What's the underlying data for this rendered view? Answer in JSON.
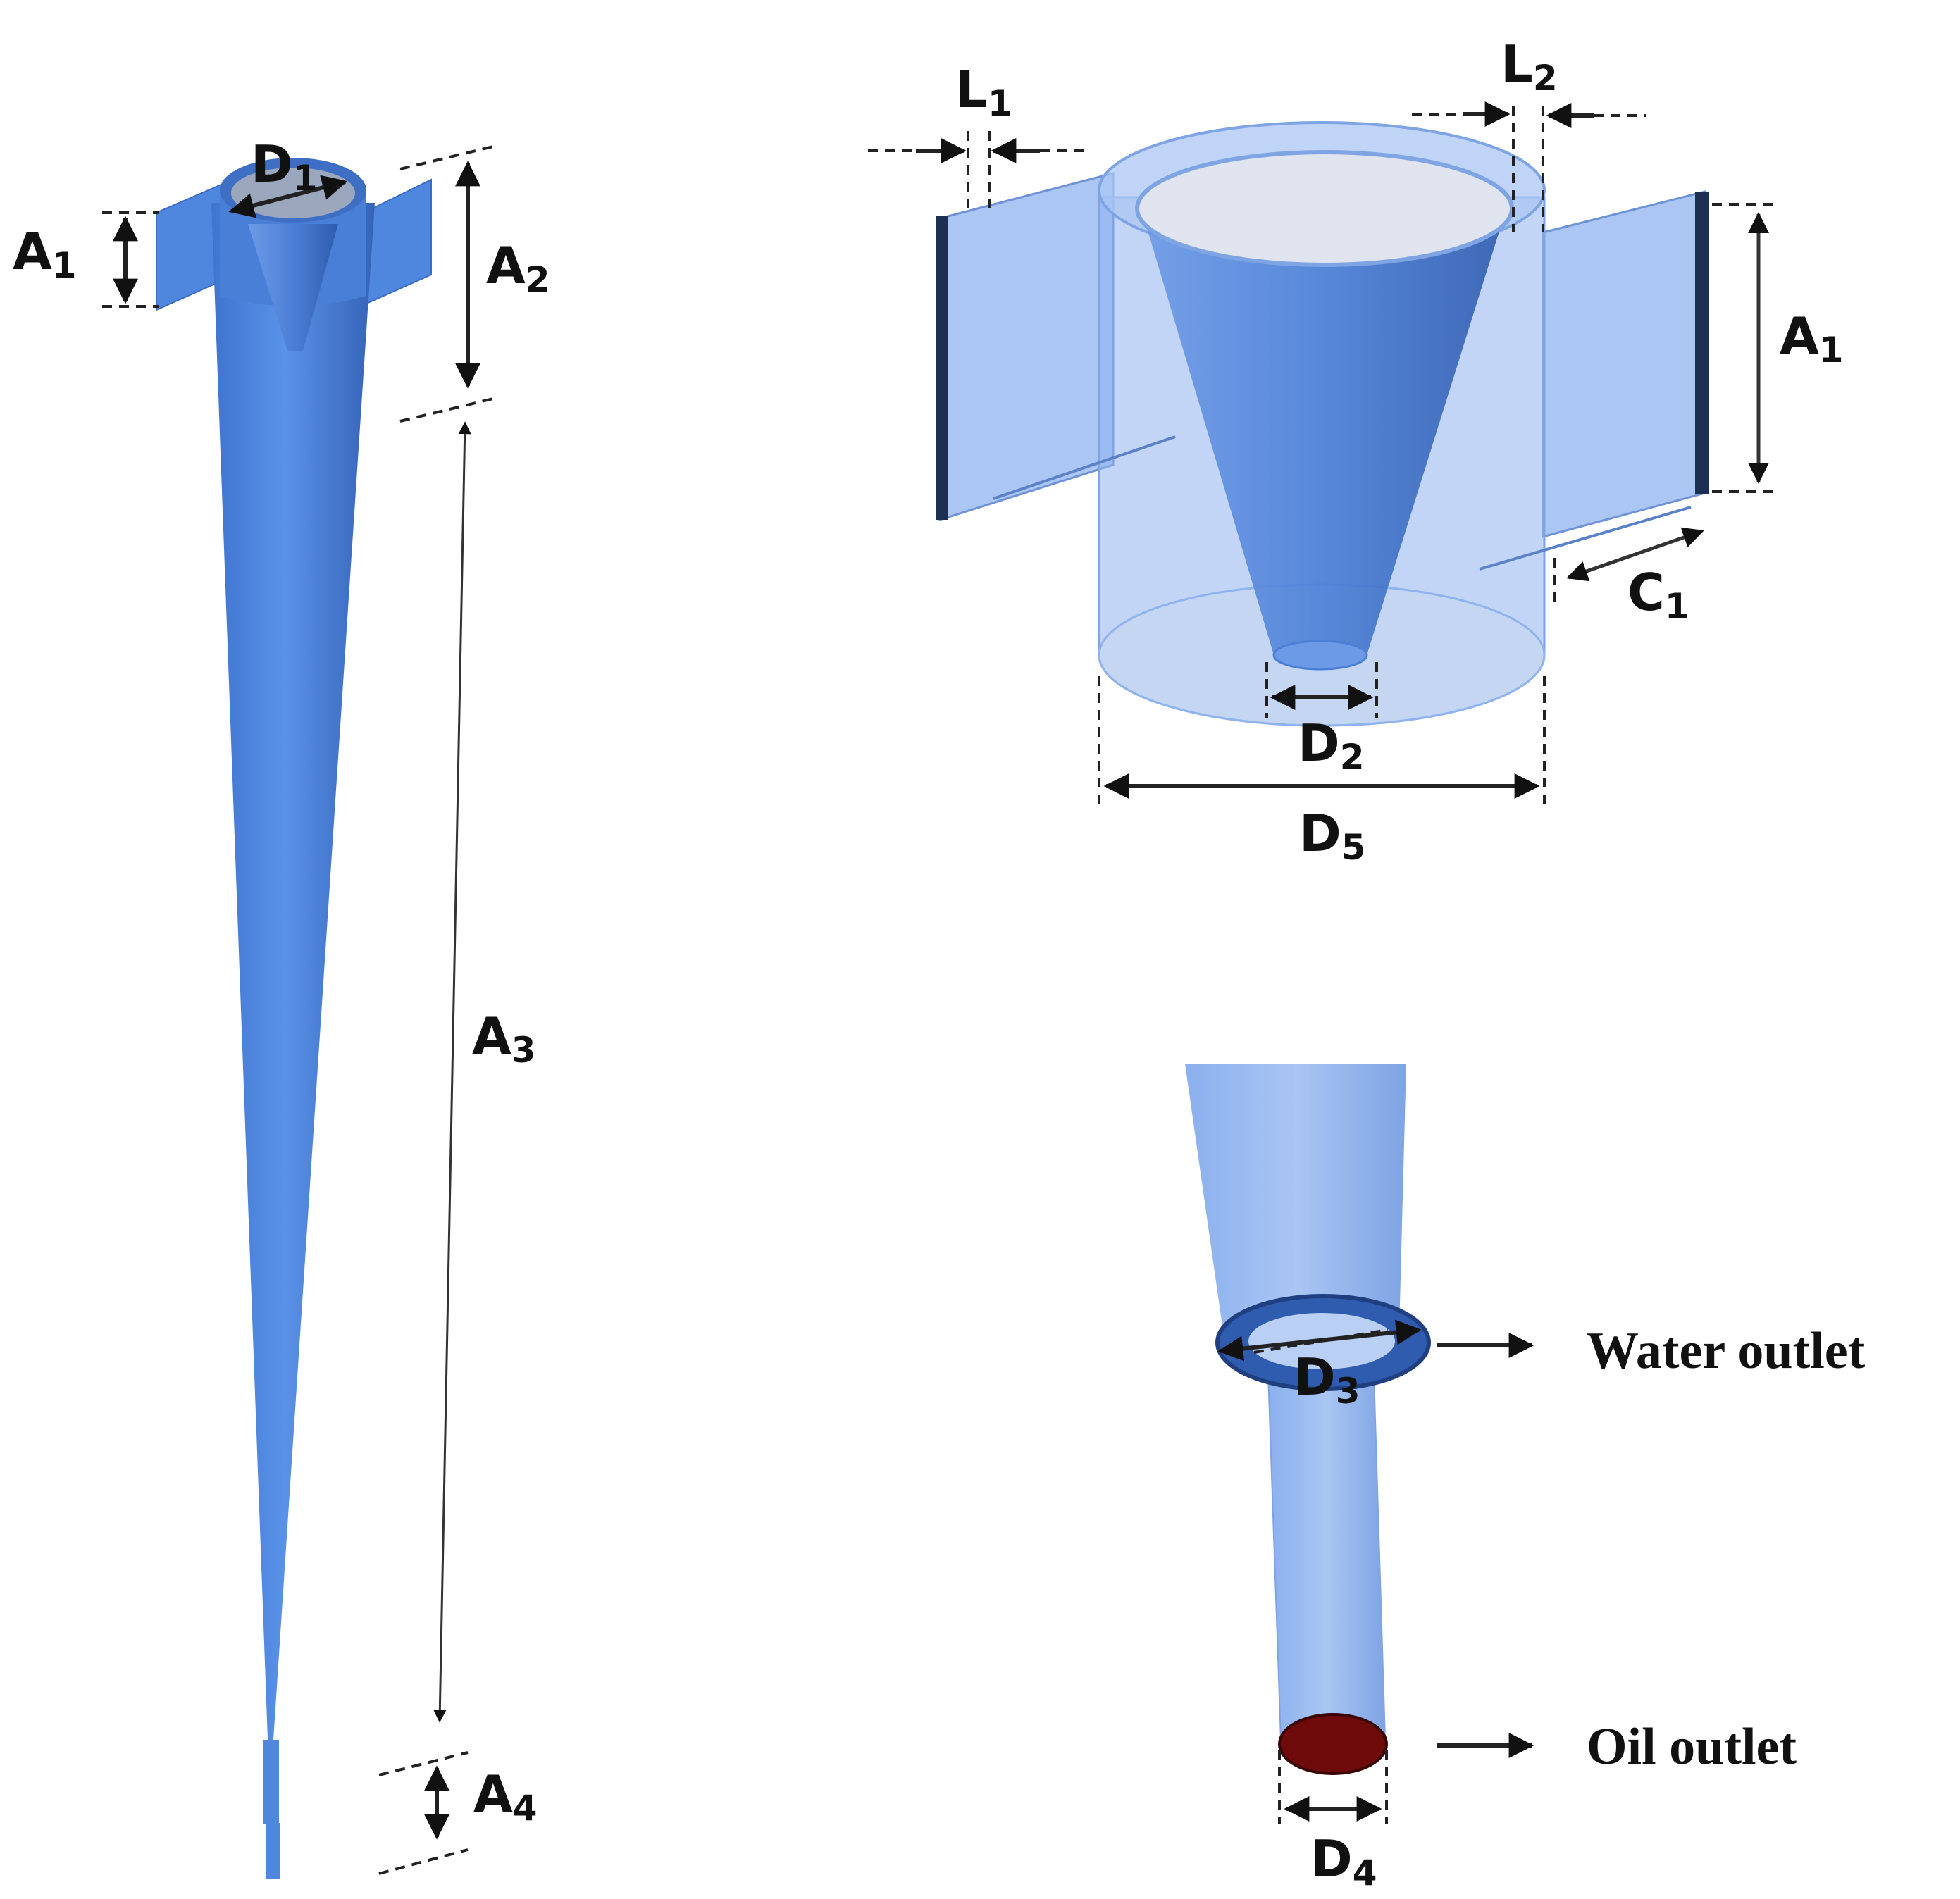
{
  "colors": {
    "body_blue": "#4f86de",
    "body_blue_dark": "#3a6cc4",
    "glass_blue": "#8fb3ef",
    "edge_dark": "#1c2f52",
    "oil_red": "#6e0a0a"
  },
  "labels": {
    "A1_left": {
      "main": "A",
      "sub": "1"
    },
    "D1": {
      "main": "D",
      "sub": "1"
    },
    "A2": {
      "main": "A",
      "sub": "2"
    },
    "A3": {
      "main": "A",
      "sub": "3"
    },
    "A4": {
      "main": "A",
      "sub": "4"
    },
    "L1": {
      "main": "L",
      "sub": "1"
    },
    "L2": {
      "main": "L",
      "sub": "2"
    },
    "A1_right": {
      "main": "A",
      "sub": "1"
    },
    "C1": {
      "main": "C",
      "sub": "1"
    },
    "D2": {
      "main": "D",
      "sub": "2"
    },
    "D5": {
      "main": "D",
      "sub": "5"
    },
    "D3": {
      "main": "D",
      "sub": "3"
    },
    "D4": {
      "main": "D",
      "sub": "4"
    }
  },
  "callouts": {
    "water_outlet": "Water outlet",
    "oil_outlet": "Oil outlet"
  }
}
